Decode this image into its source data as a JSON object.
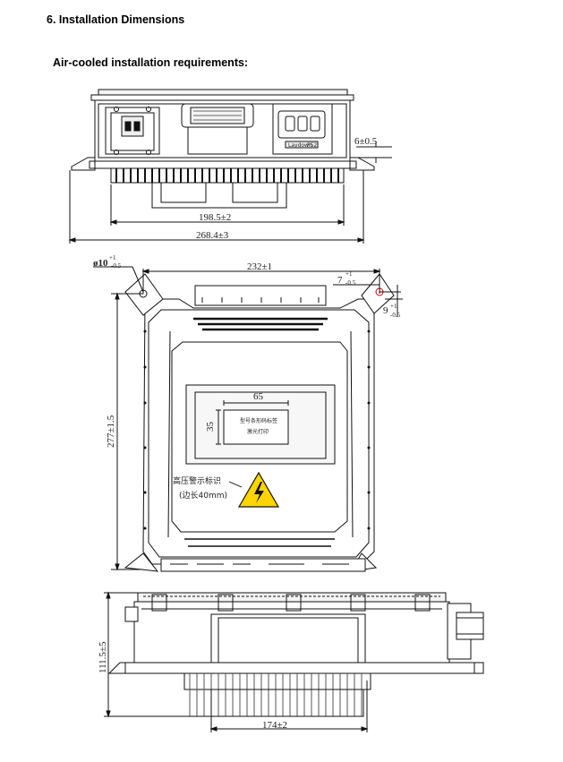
{
  "section_title": "6.  Installation Dimensions",
  "subsection_title": "Air-cooled installation requirements:",
  "views": {
    "front": {
      "dim_height_tol": "6±0.5",
      "dim_inner_width": "198.5±2",
      "dim_outer_width": "268.4±3"
    },
    "top": {
      "dim_hole": "ø10",
      "dim_hole_tol_upper": "+1",
      "dim_hole_tol_lower": "-0.5",
      "dim_width": "232±1",
      "dim_edge_x": "7",
      "dim_edge_x_tol_upper": "+1",
      "dim_edge_x_tol_lower": "-0.5",
      "dim_edge_y": "9",
      "dim_edge_y_tol_upper": "+1",
      "dim_edge_y_tol_lower": "-0.5",
      "dim_length": "277±1.5",
      "label_width": "65",
      "label_height": "35",
      "label_text_line1": "型号条形码标签",
      "label_text_line2": "激光打印",
      "warning_text_line1": "高压警示标识",
      "warning_text_line2": "(边长40mm)"
    },
    "side": {
      "dim_height": "111.5±5",
      "dim_width": "174±2"
    }
  },
  "connector_text_1": "Laydown",
  "connector_text_2": "P52"
}
